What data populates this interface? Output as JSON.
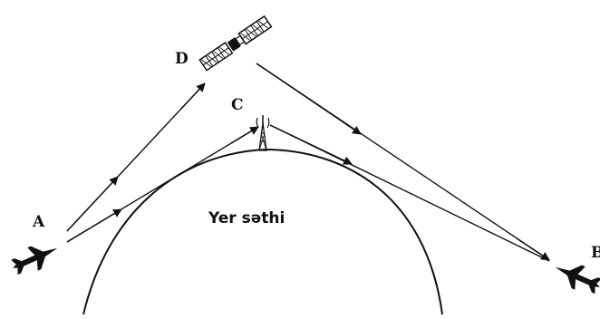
{
  "labels": {
    "A": "A",
    "B": "B",
    "C": "C",
    "D": "D",
    "earth": "Yer səthi"
  },
  "icons": {
    "aircraft_a": "fighter-jet-icon",
    "aircraft_b": "fighter-jet-icon",
    "satellite": "satellite-icon",
    "relay_tower": "antenna-tower-icon"
  },
  "colors": {
    "ink": "#111111",
    "background": "#ffffff"
  }
}
